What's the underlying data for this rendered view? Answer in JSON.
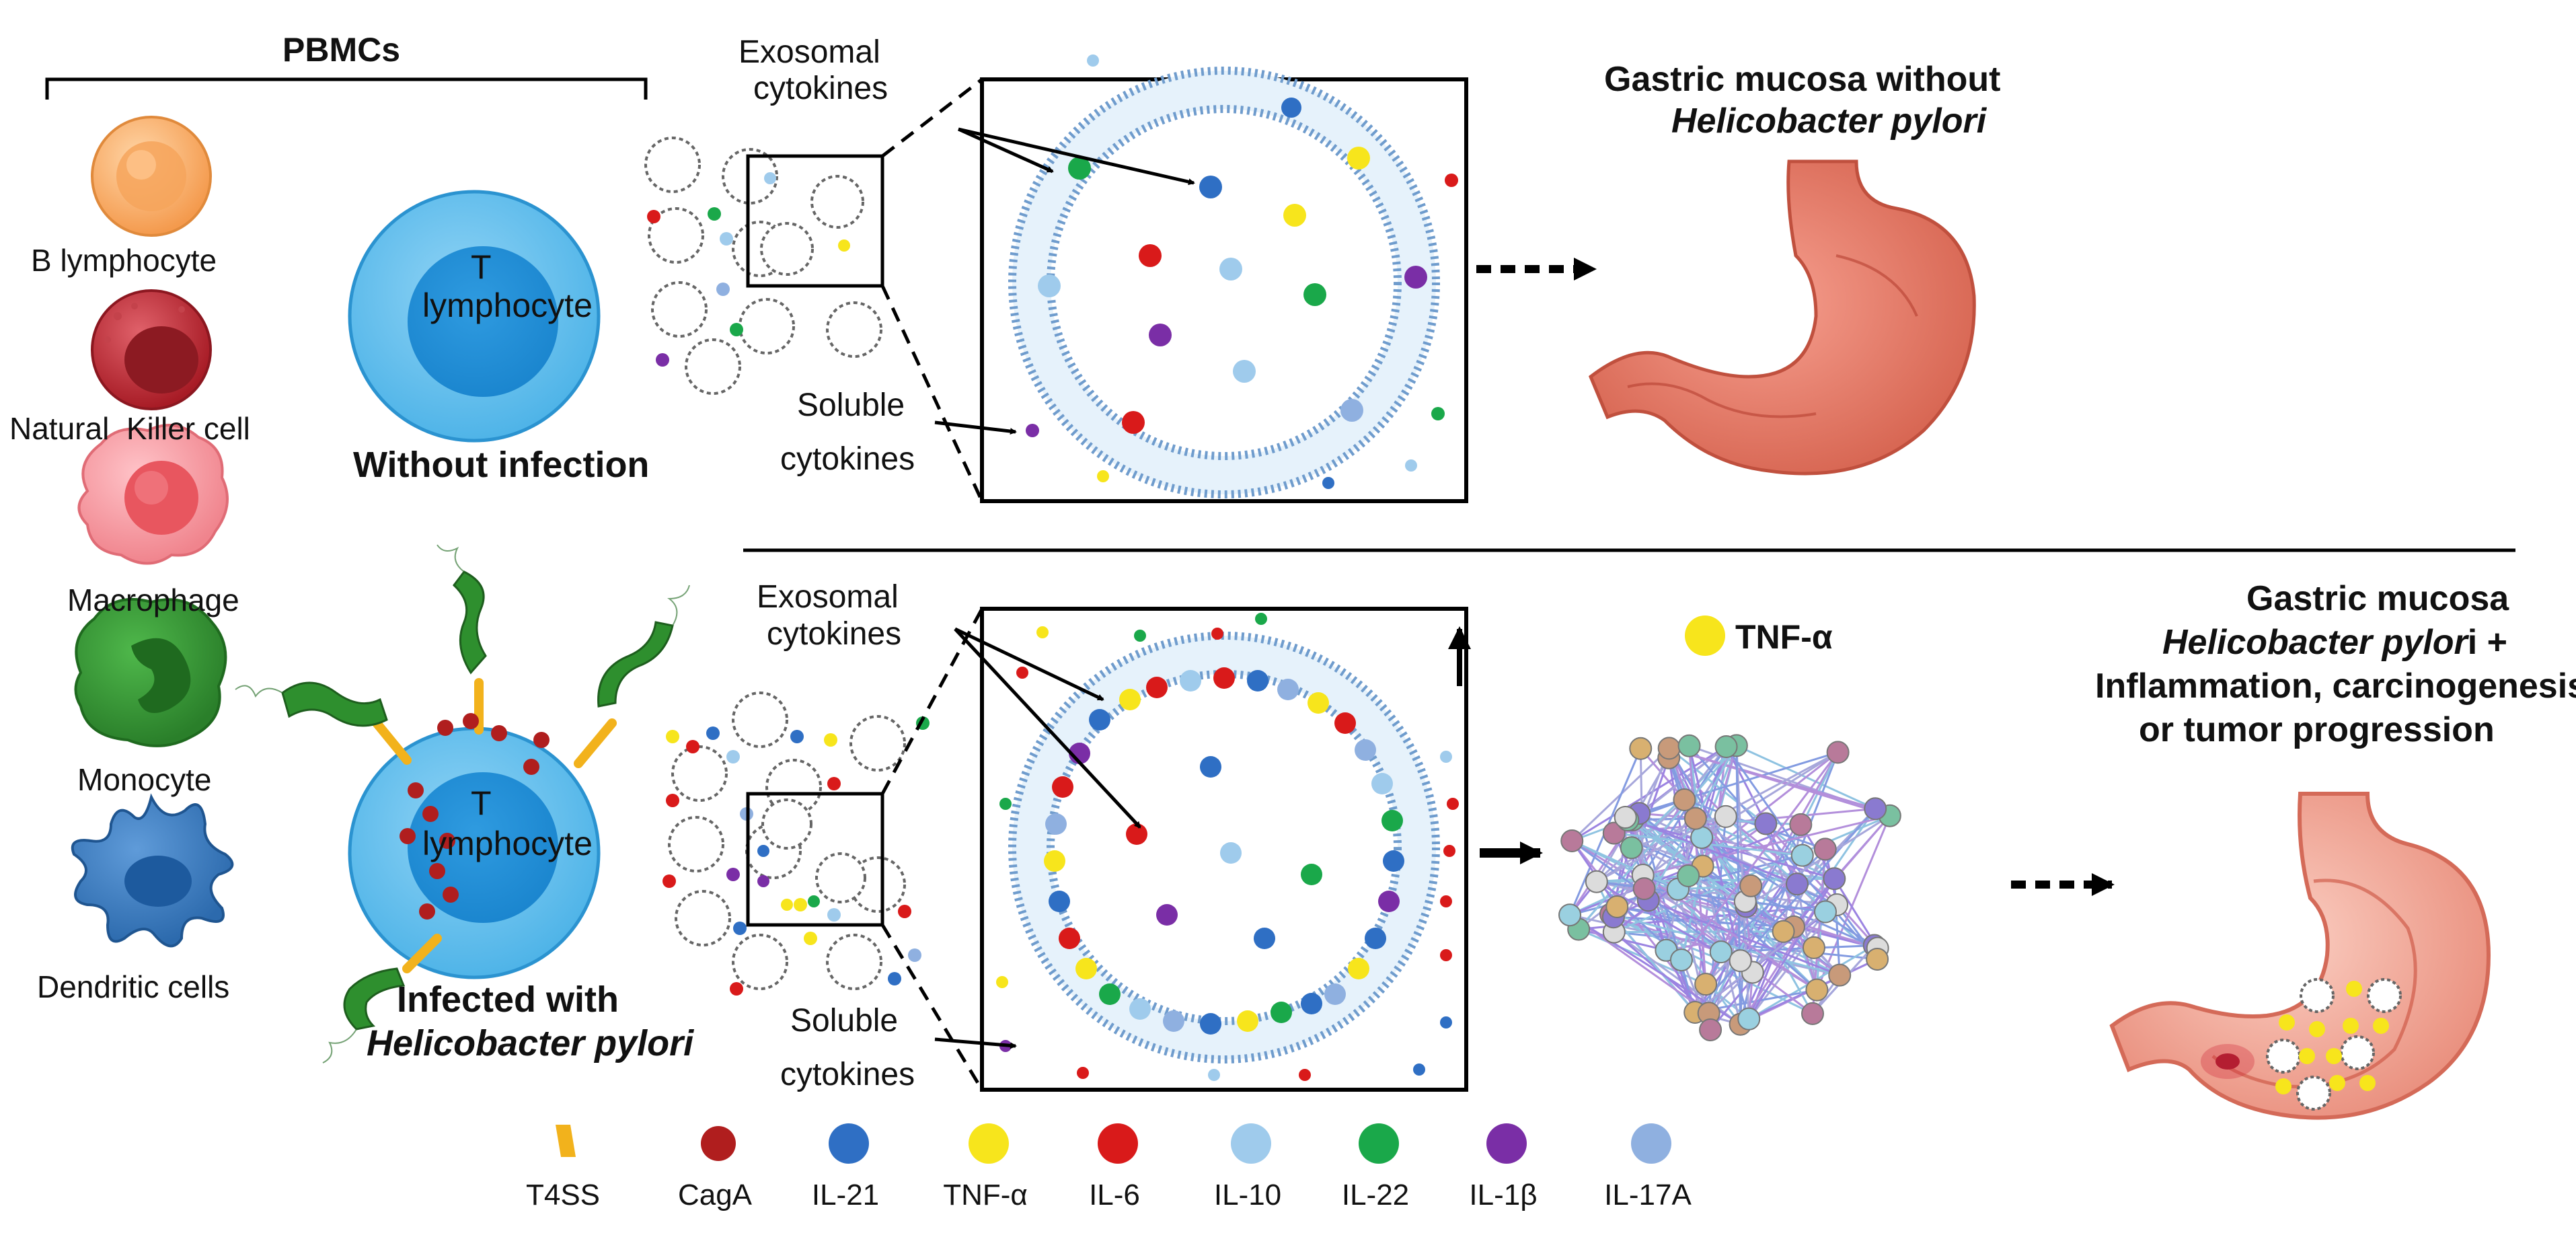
{
  "pbmcs": {
    "title": "PBMCs",
    "cells": [
      {
        "name": "B lymphocyte",
        "color": "#f6a85c"
      },
      {
        "name": "Natural  Killer cell",
        "color": "#b9252f"
      },
      {
        "name": "Macrophage",
        "color": "#f07c86"
      },
      {
        "name": "Monocyte",
        "color": "#2e8f2e"
      },
      {
        "name": "Dendritic cells",
        "color": "#2f73b8"
      }
    ]
  },
  "top_panel": {
    "t_cell_label_1": "T",
    "t_cell_label_2": "lymphocyte",
    "condition": "Without infection",
    "exosomal_1": "Exosomal",
    "exosomal_2": "cytokines",
    "soluble_1": "Soluble",
    "soluble_2": "cytokines",
    "outcome_1": "Gastric mucosa without",
    "outcome_2": "Helicobacter pylori"
  },
  "bottom_panel": {
    "t_cell_label_1": "T",
    "t_cell_label_2": "lymphocyte",
    "condition_1": "Infected with",
    "condition_2": "Helicobacter pylori",
    "exosomal_1": "Exosomal",
    "exosomal_2": "cytokines",
    "soluble_1": "Soluble",
    "soluble_2": "cytokines",
    "network_label": "TNF-α",
    "outcome_1": "Gastric mucosa",
    "outcome_2_italic": "Helicobacter pylor",
    "outcome_2_rest": "i +",
    "outcome_3": "Inflammation, carcinogenesis,",
    "outcome_4": "or tumor progression"
  },
  "legend": [
    {
      "label": "T4SS",
      "color": "#f2b21c",
      "shape": "bar"
    },
    {
      "label": "CagA",
      "color": "#b01e1e",
      "shape": "sphere"
    },
    {
      "label": "IL-21",
      "color": "#2f6fc4"
    },
    {
      "label": "TNF-α",
      "color": "#f7e51c"
    },
    {
      "label": "IL-6",
      "color": "#d91a1a"
    },
    {
      "label": "IL-10",
      "color": "#9fcbec"
    },
    {
      "label": "IL-22",
      "color": "#1aa84a"
    },
    {
      "label": "IL-1β",
      "color": "#7a2ea6"
    },
    {
      "label": "IL-17A",
      "color": "#8fb0e0"
    }
  ]
}
